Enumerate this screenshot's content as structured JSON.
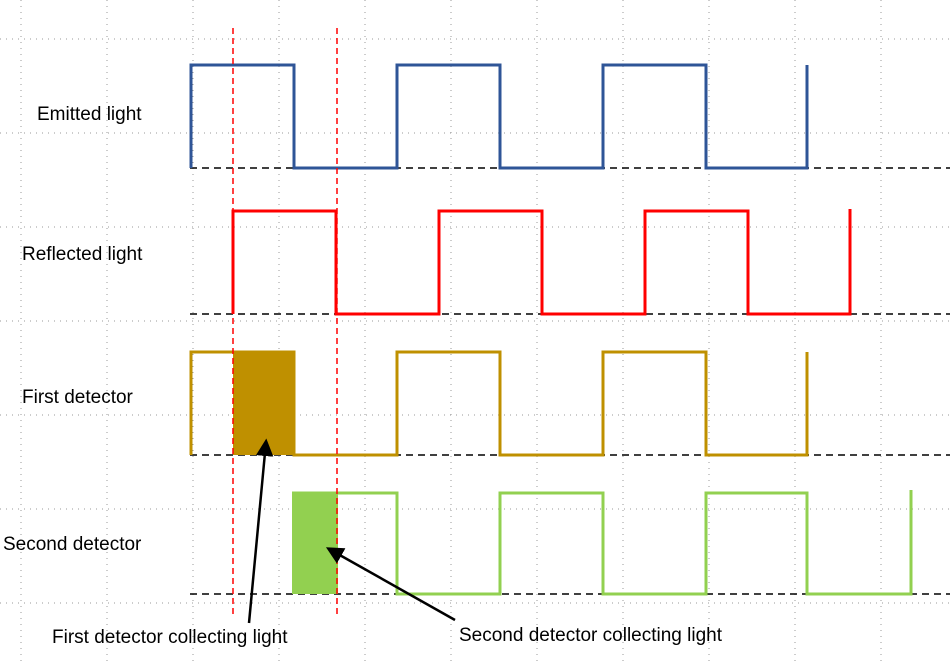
{
  "rows": [
    {
      "label": "Emitted light",
      "color": "#2f5597",
      "start": "high",
      "cycle_start": 0
    },
    {
      "label": "Reflected light",
      "color": "#ff0000",
      "start": "low",
      "cycle_start": 0.4
    },
    {
      "label": "First detector",
      "color": "#bf9000",
      "start": "high",
      "cycle_start": 0
    },
    {
      "label": "Second detector",
      "color": "#92d050",
      "start": "low",
      "cycle_start": 1
    }
  ],
  "detector_windows": [
    {
      "row": "First detector",
      "fill": "#bf9000"
    },
    {
      "row": "Second detector",
      "fill": "#92d050"
    }
  ],
  "marker_line_color": "#ff0000",
  "callouts": [
    {
      "text": "First detector collecting light"
    },
    {
      "text": "Second detector collecting light"
    }
  ]
}
